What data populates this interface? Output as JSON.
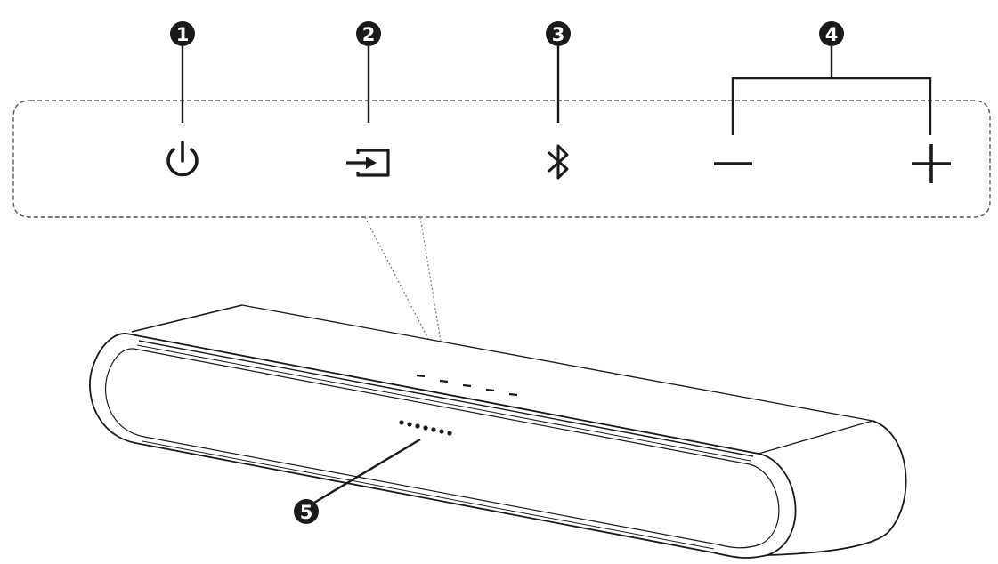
{
  "callouts": [
    {
      "label": "1",
      "target": "power-button"
    },
    {
      "label": "2",
      "target": "input-source-button"
    },
    {
      "label": "3",
      "target": "bluetooth-button"
    },
    {
      "label": "4",
      "target": "volume-buttons"
    },
    {
      "label": "5",
      "target": "led-indicator-lights"
    }
  ],
  "icons": [
    "power-icon",
    "input-source-icon",
    "bluetooth-icon",
    "minus-icon",
    "plus-icon"
  ],
  "colors": {
    "ink": "#1a1a1a",
    "background": "#ffffff",
    "callout_fill": "#1a1a1a"
  }
}
